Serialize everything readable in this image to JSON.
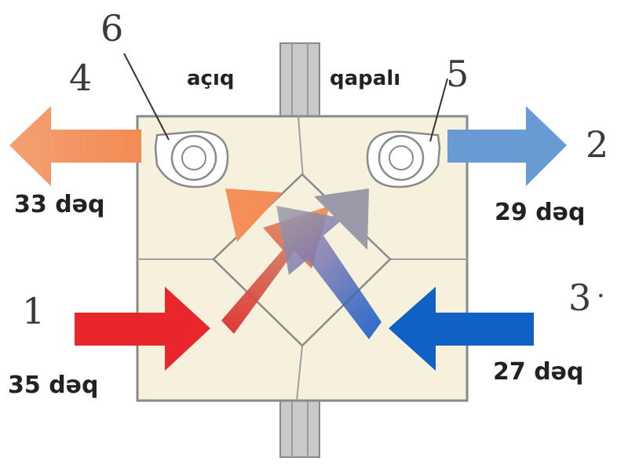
{
  "labels": {
    "state_open": "açıq",
    "state_closed": "qapalı",
    "num_1": "1",
    "num_2": "2",
    "num_3": "3",
    "num_3_mark": "·",
    "num_4": "4",
    "num_5": "5",
    "num_6": "6"
  },
  "temperatures": {
    "t1": "35 dəq",
    "t2": "29 dəq",
    "t3": "27 dəq",
    "t4": "33 dəq"
  },
  "colors": {
    "housing": "#f6f1dc",
    "housing_stroke": "#8a8a8a",
    "duct": "#c8c8c8",
    "hot": "#e8262c",
    "warm_exhaust": "#f4956a",
    "cool_supply": "#6a9ad4",
    "cold": "#0f5cc4",
    "mixed": "#9a9a9a"
  },
  "icons": [
    "arrow-left-icon",
    "arrow-right-icon",
    "fan-icon"
  ]
}
